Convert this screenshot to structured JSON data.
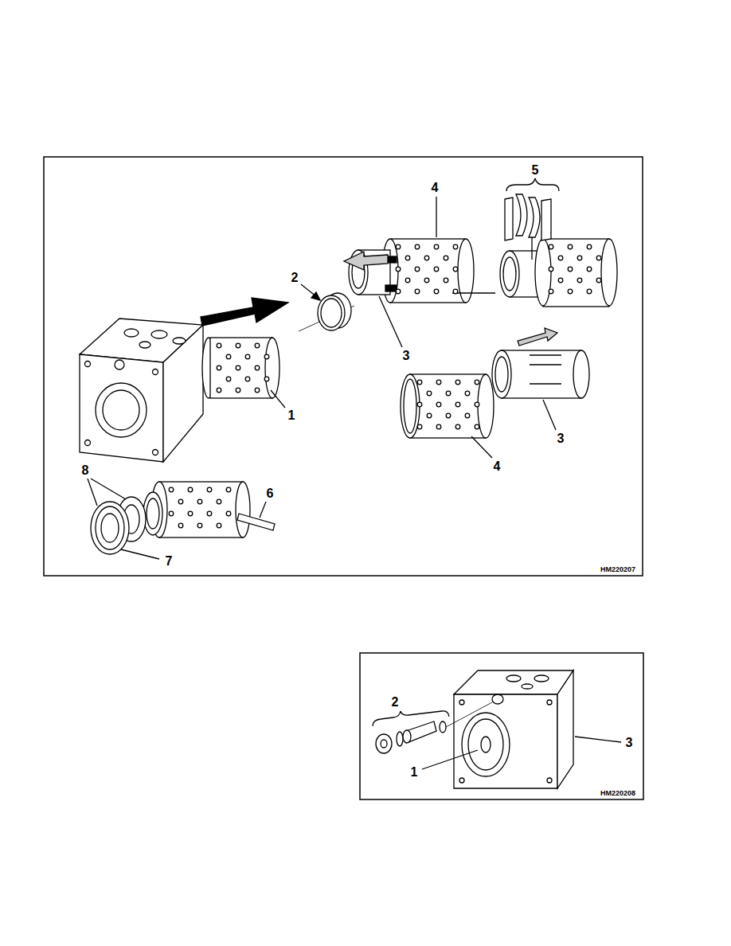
{
  "diagram": {
    "labels": [
      "4",
      "5",
      "2",
      "3",
      "1",
      "3",
      "4",
      "8",
      "6",
      "7",
      "HM220207",
      "2",
      "1",
      "3",
      "HM220208"
    ]
  }
}
